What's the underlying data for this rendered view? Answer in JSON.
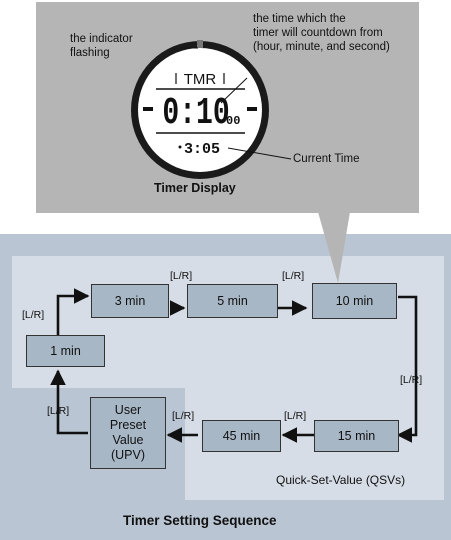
{
  "callout": {
    "annotation_indicator": "the indicator\nflashing",
    "annotation_time": "the time which the\ntimer will countdown from\n(hour, minute, and second)",
    "annotation_current": "Current Time",
    "caption": "Timer Display"
  },
  "watch": {
    "mode": "TMR",
    "countdown": "0:10",
    "seconds": "00",
    "current_time": "3:05"
  },
  "sequence": {
    "boxes": [
      "1 min",
      "3 min",
      "5 min",
      "10 min",
      "15 min",
      "45 min"
    ],
    "upv": [
      "User",
      "Preset",
      "Value",
      "(UPV)"
    ],
    "button_label": "[L/R]",
    "qsv_label": "Quick-Set-Value (QSVs)",
    "title": "Timer Setting Sequence"
  },
  "colors": {
    "callout_bg": "#b5b5b5",
    "outer_panel": "#b9c5d2",
    "inner_panel": "#d6dde6",
    "box_fill": "#a8b7c6"
  }
}
